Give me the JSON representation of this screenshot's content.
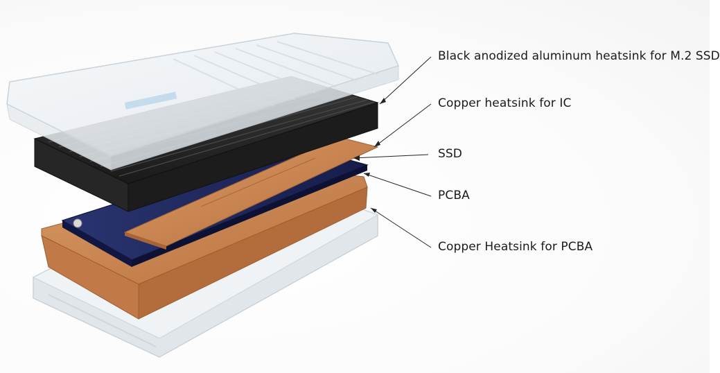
{
  "callouts": [
    {
      "id": "aluminum-heatsink",
      "label": "Black anodized aluminum heatsink for M.2 SSD"
    },
    {
      "id": "copper-ic-heatsink",
      "label": "Copper heatsink for IC"
    },
    {
      "id": "ssd",
      "label": "SSD"
    },
    {
      "id": "pcba",
      "label": "PCBA"
    },
    {
      "id": "copper-pcba-heatsink",
      "label": "Copper Heatsink for PCBA"
    }
  ],
  "colors": {
    "aluminum_heatsink": "#2b2b2b",
    "copper": "#c9834f",
    "pcb": "#1d2558",
    "clear_shell": "#e9eef2"
  }
}
